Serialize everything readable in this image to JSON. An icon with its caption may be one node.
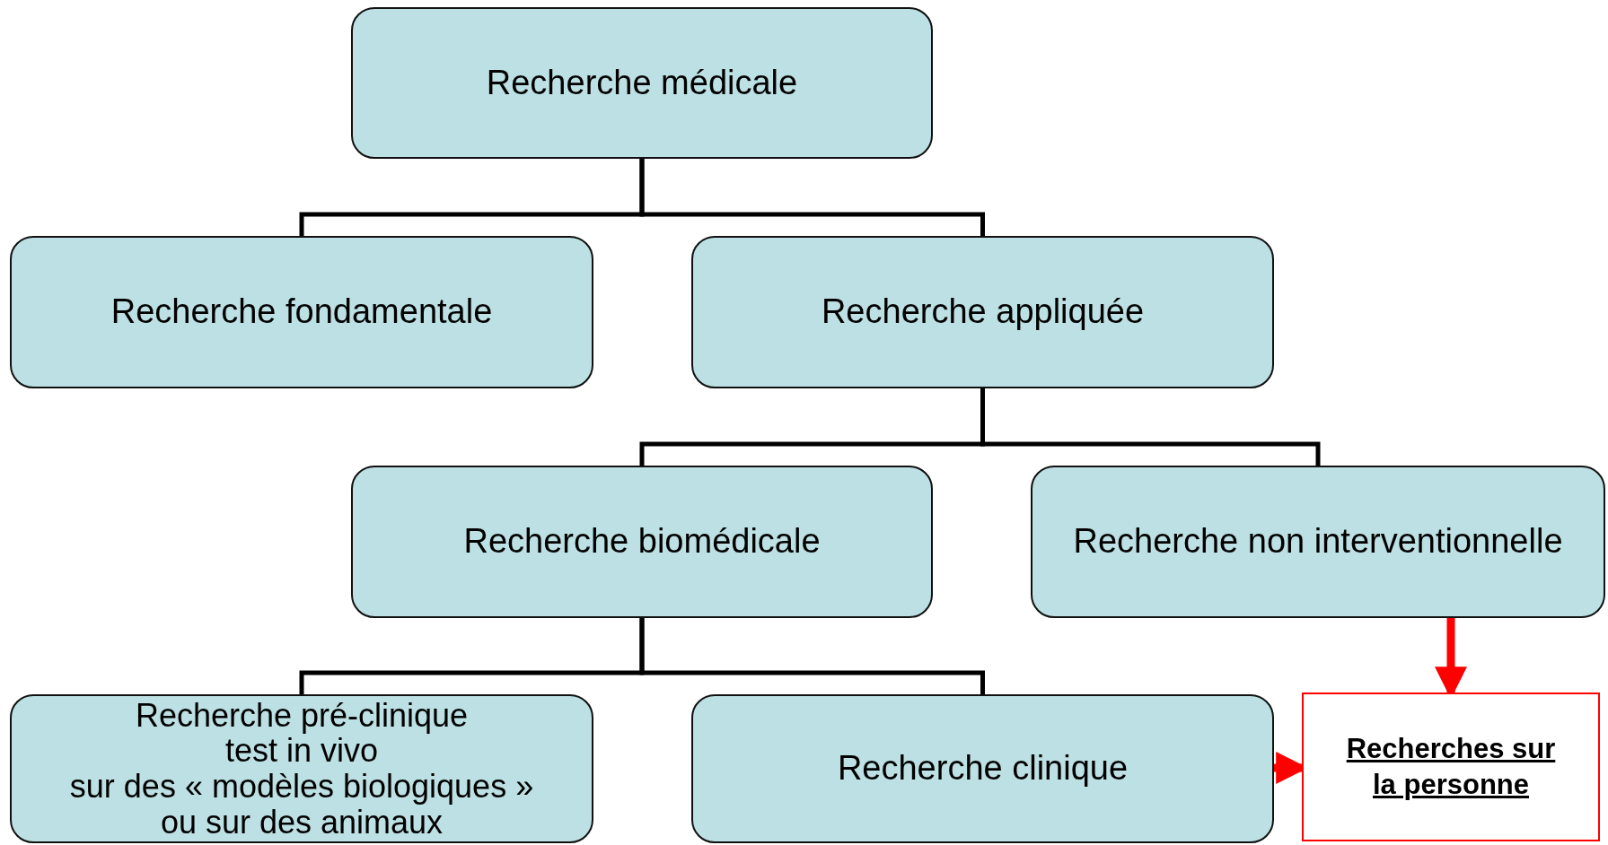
{
  "diagram": {
    "nodes": [
      {
        "text": [
          "Recherche médicale"
        ]
      },
      {
        "text": [
          "Recherche fondamentale"
        ]
      },
      {
        "text": [
          "Recherche appliquée"
        ]
      },
      {
        "text": [
          "Recherche biomédicale"
        ]
      },
      {
        "text": [
          "Recherche non interventionnelle"
        ]
      },
      {
        "text": [
          "Recherche pré-clinique",
          "test in vivo",
          "sur des « modèles biologiques »",
          "ou sur des animaux"
        ]
      },
      {
        "text": [
          "Recherche clinique"
        ]
      },
      {
        "text": [
          "Recherches sur la personne"
        ]
      }
    ],
    "edges": [
      {
        "from": 0,
        "to": 1,
        "arrow": "none"
      },
      {
        "from": 0,
        "to": 2,
        "arrow": "none"
      },
      {
        "from": 2,
        "to": 3,
        "arrow": "none"
      },
      {
        "from": 2,
        "to": 4,
        "arrow": "none"
      },
      {
        "from": 3,
        "to": 5,
        "arrow": "none"
      },
      {
        "from": 3,
        "to": 6,
        "arrow": "none"
      },
      {
        "from": 4,
        "to": 7,
        "arrow": "to",
        "style": "thick",
        "color": "#ff0000"
      },
      {
        "from": 6,
        "to": 7,
        "arrow": "to",
        "style": "thick",
        "color": "#ff0000"
      }
    ]
  }
}
